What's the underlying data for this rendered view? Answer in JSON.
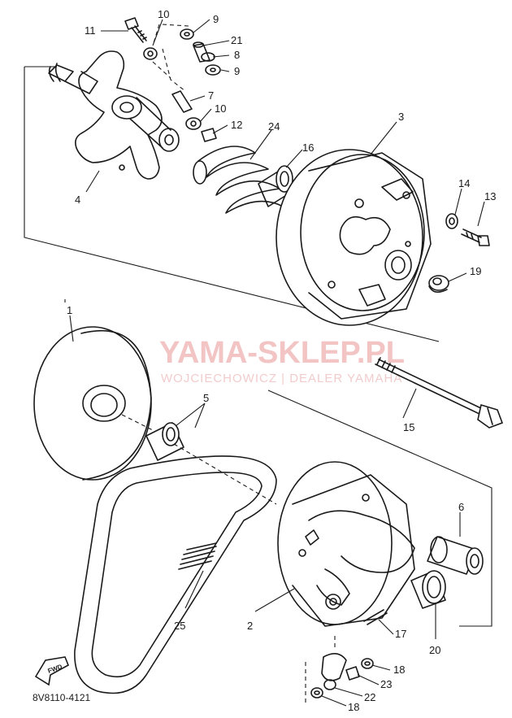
{
  "watermark": {
    "brand": "YAMA-SKLEP.PL",
    "dealer": "WOJCIECHOWICZ | DEALER YAMAHA"
  },
  "diagram_code": "8V8110-4121",
  "fwd_label": "FWD",
  "callouts": {
    "c1": "1",
    "c2": "2",
    "c3": "3",
    "c4": "4",
    "c5": "5",
    "c6": "6",
    "c7": "7",
    "c8": "8",
    "c9a": "9",
    "c9b": "9",
    "c10a": "10",
    "c10b": "10",
    "c11": "11",
    "c12": "12",
    "c13": "13",
    "c14": "14",
    "c15": "15",
    "c16": "16",
    "c17": "17",
    "c18a": "18",
    "c18b": "18",
    "c19": "19",
    "c20": "20",
    "c21": "21",
    "c22": "22",
    "c23": "23",
    "c24": "24",
    "c25": "25"
  }
}
